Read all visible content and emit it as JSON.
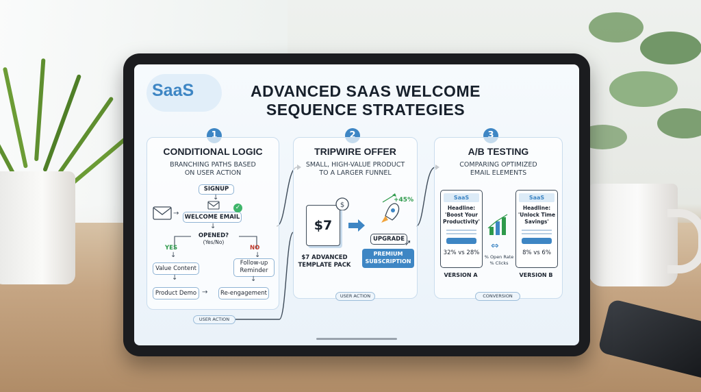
{
  "infographic": {
    "logo": "SaaS",
    "title_line1": "ADVANCED SAAS WELCOME",
    "title_line2": "SEQUENCE STRATEGIES"
  },
  "panel1": {
    "number": "1",
    "title": "CONDITIONAL LOGIC",
    "subtitle_line1": "BRANCHING PATHS BASED",
    "subtitle_line2": "ON USER ACTION",
    "signup": "SIGNUP",
    "welcome": "WELCOME EMAIL",
    "opened": "OPENED?",
    "opened_sub": "(Yes/No)",
    "yes": "YES",
    "no": "NO",
    "value_content": "Value Content",
    "followup_line1": "Follow-up",
    "followup_line2": "Reminder",
    "product_demo": "Product Demo",
    "reengagement": "Re-engagement",
    "footer_pill": "USER ACTION"
  },
  "panel2": {
    "number": "2",
    "title": "TRIPWIRE OFFER",
    "subtitle_line1": "SMALL, HIGH-VALUE PRODUCT",
    "subtitle_line2": "TO A LARGER FUNNEL",
    "price": "$7",
    "growth": "+45%",
    "upgrade": "UPGRADE",
    "product_line1": "$7 ADVANCED",
    "product_line2": "TEMPLATE PACK",
    "premium_line1": "PREMIUM",
    "premium_line2": "SUBSCRIPTION",
    "footer_pill": "USER ACTION"
  },
  "panel3": {
    "number": "3",
    "title": "A/B TESTING",
    "subtitle_line1": "COMPARING OPTIMIZED",
    "subtitle_line2": "EMAIL ELEMENTS",
    "a_logo": "SaaS",
    "a_head1": "Headline:",
    "a_head2": "'Boost Your",
    "a_head3": "Productivity'",
    "a_stat": "32% vs 28%",
    "a_label": "VERSION A",
    "b_logo": "SaaS",
    "b_head1": "Headline:",
    "b_head2": "'Unlock Time",
    "b_head3": "Savings'",
    "b_stat": "8% vs 6%",
    "b_label": "VERSION B",
    "metric1": "% Open Rate",
    "metric2": "% Clicks",
    "footer_pill": "CONVERSION"
  },
  "colors": {
    "accent": "#3e86c4",
    "check": "#3fb56a",
    "yes": "#2e9a4b",
    "no": "#c0392b"
  }
}
